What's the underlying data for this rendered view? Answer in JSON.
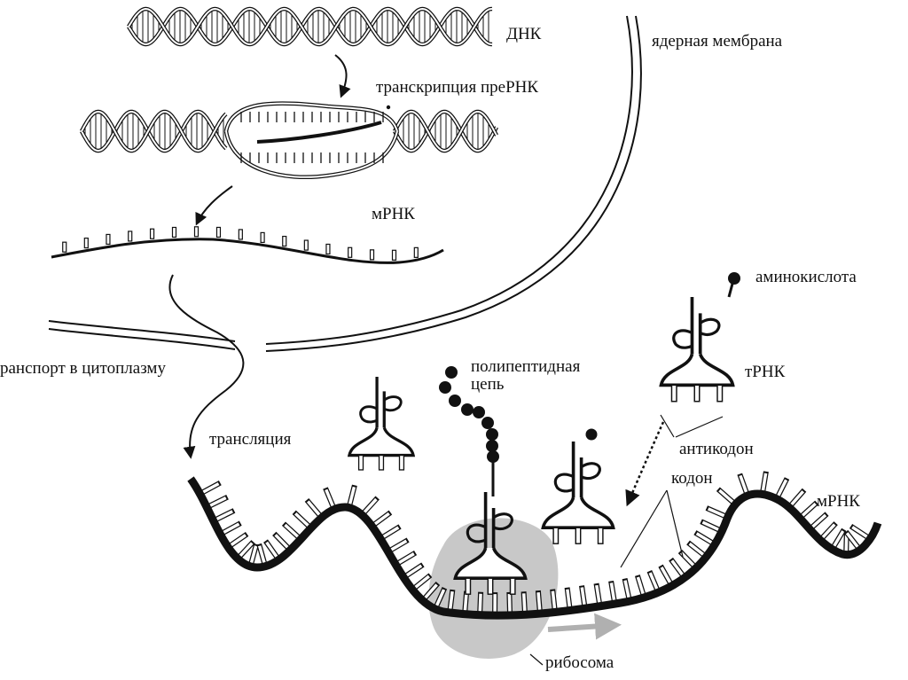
{
  "colors": {
    "ink": "#111111",
    "ribosome": "#c8c8c8",
    "ribosome_arrow": "#b0b0b0",
    "background": "#ffffff"
  },
  "labels": {
    "dna": "ДНК",
    "nuclear_membrane": "ядерная мембрана",
    "transcription": "транскрипция преРНК",
    "mrna_nucleus": "мРНК",
    "transport": "ранспорт в цитоплазму",
    "translation": "трансляция",
    "amino_acid": "аминокислота",
    "polypeptide": "полипептидная\nцепь",
    "trna": "тРНК",
    "anticodon": "антикодон",
    "codon": "кодон",
    "mrna_cytoplasm": "мРНК",
    "ribosome": "рибосома"
  }
}
